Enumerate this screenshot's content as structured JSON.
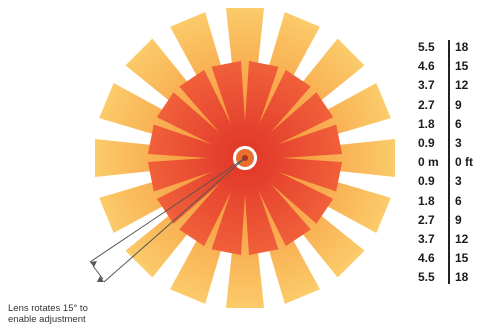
{
  "figure": {
    "colors": {
      "outer_light": "#fbcb6a",
      "outer_dark": "#f58d34",
      "inner_light": "#f07038",
      "inner_dark": "#e23a2a",
      "hub": "#e8702f",
      "leader": "#555555"
    },
    "petal_count": 16
  },
  "scale": {
    "rows": [
      {
        "m": "5.5",
        "ft": "18"
      },
      {
        "m": "4.6",
        "ft": "15"
      },
      {
        "m": "3.7",
        "ft": "12"
      },
      {
        "m": "2.7",
        "ft": "9"
      },
      {
        "m": "1.8",
        "ft": "6"
      },
      {
        "m": "0.9",
        "ft": "3"
      },
      {
        "m": "0 m",
        "ft": "0 ft"
      },
      {
        "m": "0.9",
        "ft": "3"
      },
      {
        "m": "1.8",
        "ft": "6"
      },
      {
        "m": "2.7",
        "ft": "9"
      },
      {
        "m": "3.7",
        "ft": "12"
      },
      {
        "m": "4.6",
        "ft": "15"
      },
      {
        "m": "5.5",
        "ft": "18"
      }
    ]
  },
  "caption": {
    "line1": "Lens rotates 15° to",
    "line2": "enable adjustment"
  }
}
